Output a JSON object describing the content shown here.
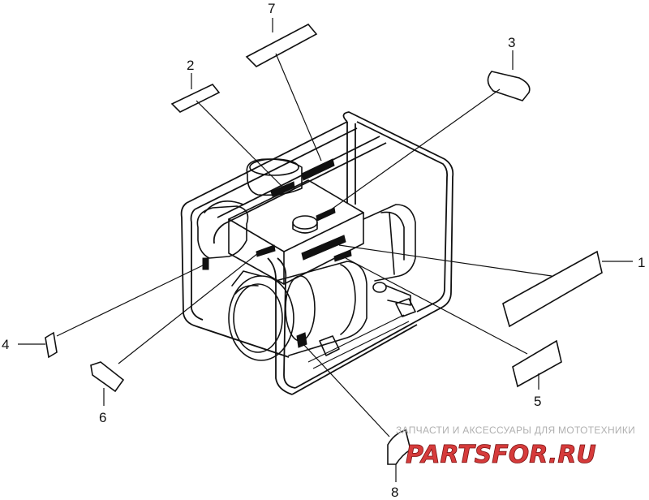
{
  "callouts": [
    {
      "id": "1",
      "label": "1"
    },
    {
      "id": "2",
      "label": "2"
    },
    {
      "id": "3",
      "label": "3"
    },
    {
      "id": "4",
      "label": "4"
    },
    {
      "id": "5",
      "label": "5"
    },
    {
      "id": "6",
      "label": "6"
    },
    {
      "id": "7",
      "label": "7"
    },
    {
      "id": "8",
      "label": "8"
    }
  ],
  "watermark": {
    "tagline": "ЗАПЧАСТИ И АКСЕССУАРЫ ДЛЯ МОТОТЕХНИКИ",
    "logo": "PARTSFOR.RU",
    "logo_color": "#d63b3b"
  }
}
